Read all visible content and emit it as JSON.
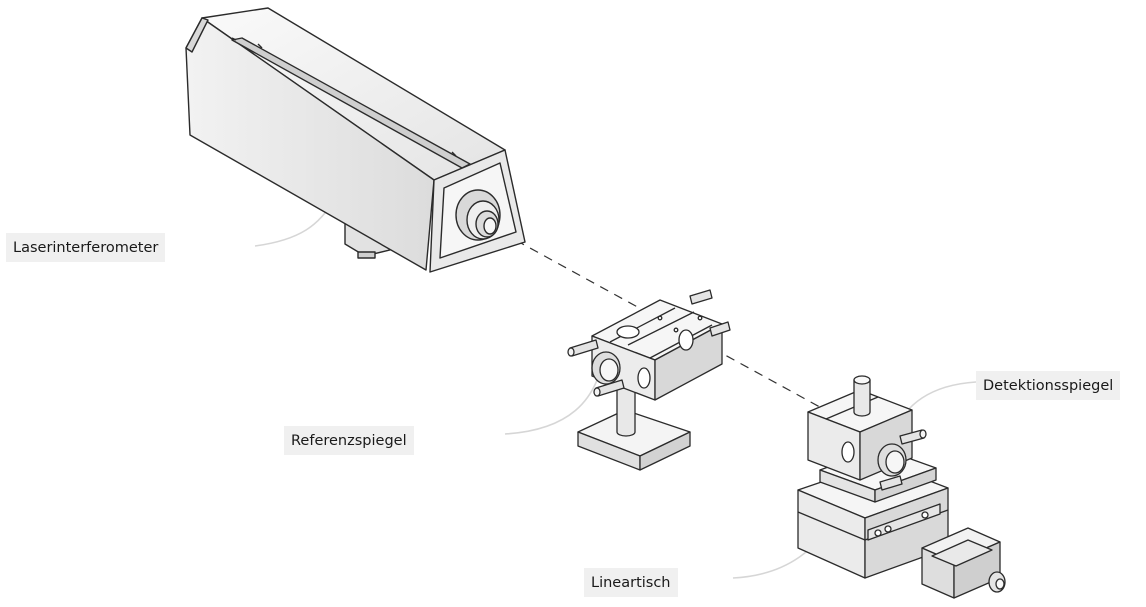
{
  "labels": {
    "laser": "Laserinterferometer",
    "reference": "Referenzspiegel",
    "detection": "Detektionsspiegel",
    "stage": "Lineartisch"
  },
  "colors": {
    "stroke": "#2b2b2b",
    "face_light": "#f7f7f7",
    "face_mid": "#e6e6e6",
    "face_dark": "#d2d2d2",
    "leader": "#d6d6d6",
    "label_bg": "#f0f0f0"
  }
}
